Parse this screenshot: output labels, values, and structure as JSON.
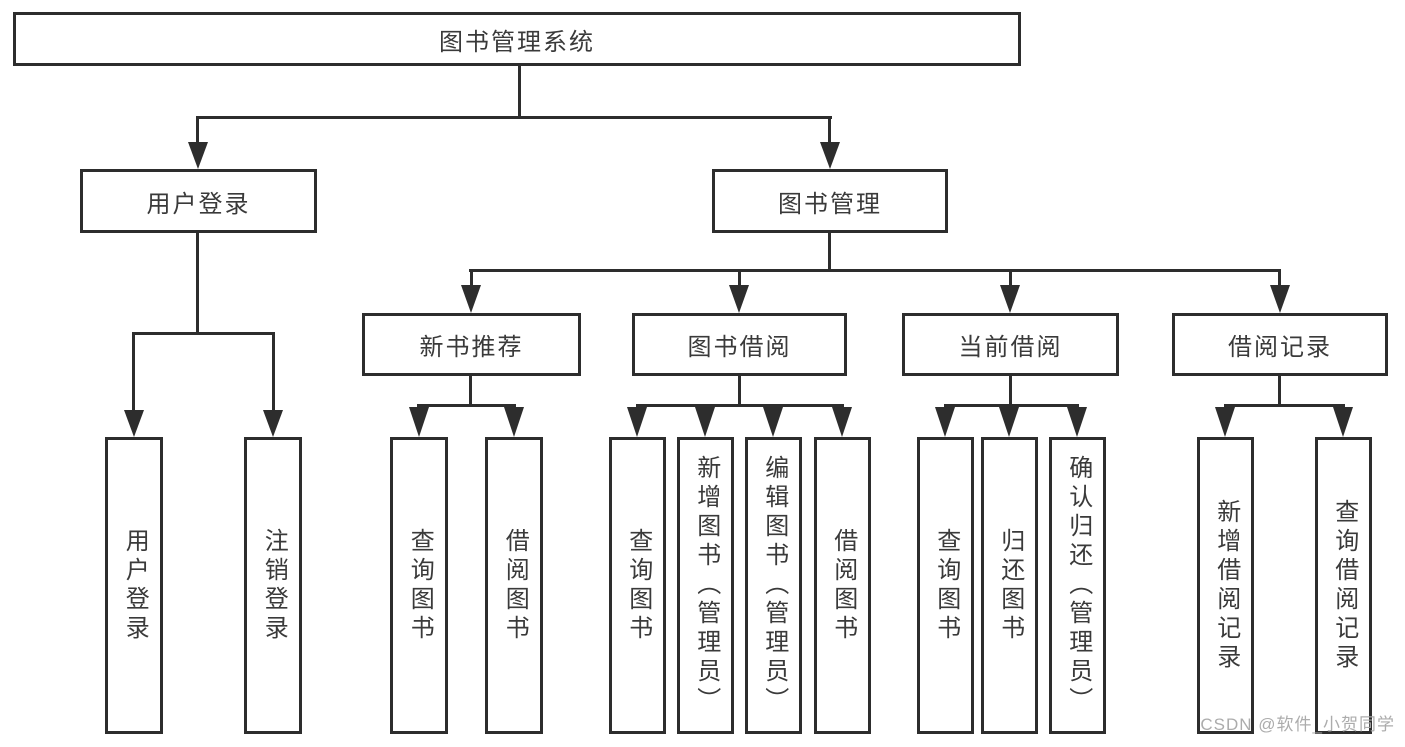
{
  "colors": {
    "line": "#2d2d2d",
    "text": "#3a3a3a",
    "background": "#ffffff",
    "watermark": "#a8a8a8"
  },
  "watermark": {
    "text": "CSDN @软件_小贺同学"
  },
  "tree": {
    "label": "图书管理系统",
    "children": [
      {
        "label": "用户登录",
        "children": [
          {
            "label": "用户登录"
          },
          {
            "label": "注销登录"
          }
        ]
      },
      {
        "label": "图书管理",
        "children": [
          {
            "label": "新书推荐",
            "children": [
              {
                "label": "查询图书"
              },
              {
                "label": "借阅图书"
              }
            ]
          },
          {
            "label": "图书借阅",
            "children": [
              {
                "label": "查询图书"
              },
              {
                "label": "新增图书（管理员）"
              },
              {
                "label": "编辑图书（管理员）"
              },
              {
                "label": "借阅图书"
              }
            ]
          },
          {
            "label": "当前借阅",
            "children": [
              {
                "label": "查询图书"
              },
              {
                "label": "归还图书"
              },
              {
                "label": "确认归还（管理员）"
              }
            ]
          },
          {
            "label": "借阅记录",
            "children": [
              {
                "label": "新增借阅记录"
              },
              {
                "label": "查询借阅记录"
              }
            ]
          }
        ]
      }
    ]
  }
}
